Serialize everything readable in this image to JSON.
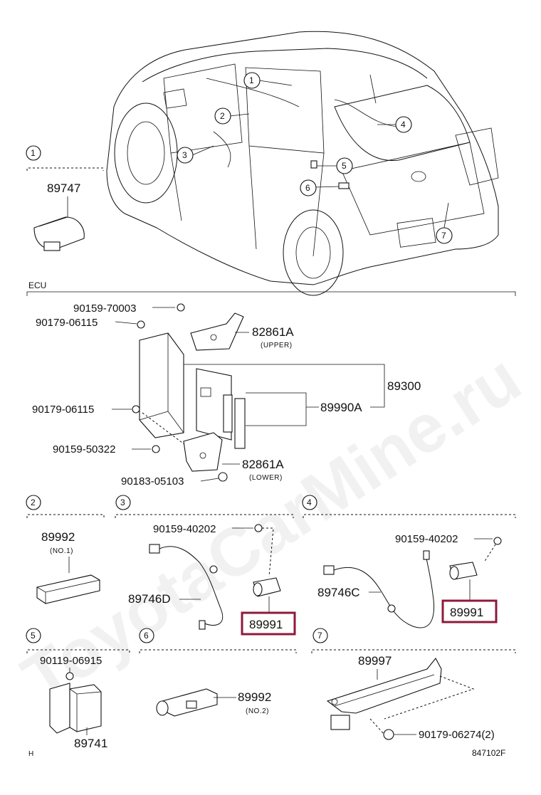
{
  "diagram_code": "847102F",
  "corner_mark": "H",
  "watermark": "ToyotaCarMine.ru",
  "ecu_label": "ECU",
  "callouts": [
    "1",
    "2",
    "3",
    "4",
    "5",
    "6",
    "7"
  ],
  "sections": {
    "s1": {
      "num": "1",
      "part": "89747"
    },
    "s2": {
      "num": "2",
      "part": "89992",
      "note": "(NO.1)"
    },
    "s3": {
      "num": "3",
      "bolt": "90159-40202",
      "harness": "89746D",
      "sensor": "89991"
    },
    "s4": {
      "num": "4",
      "bolt": "90159-40202",
      "harness": "89746C",
      "sensor": "89991"
    },
    "s5": {
      "num": "5",
      "bolt": "90119-06915",
      "part": "89741"
    },
    "s6": {
      "num": "6",
      "part": "89992",
      "note": "(NO.2)"
    },
    "s7": {
      "num": "7",
      "part": "89997",
      "nut": "90179-06274(2)"
    }
  },
  "ecu": {
    "bolt_upper": "90159-70003",
    "nut_upper": "90179-06115",
    "bracket_upper": "82861A",
    "upper_note": "(UPPER)",
    "assembly": "89300",
    "board": "89990A",
    "nut_lower": "90179-06115",
    "bolt_lower": "90159-50322",
    "bracket_lower": "82861A",
    "lower_note": "(LOWER)",
    "nut_bottom": "90183-05103"
  }
}
